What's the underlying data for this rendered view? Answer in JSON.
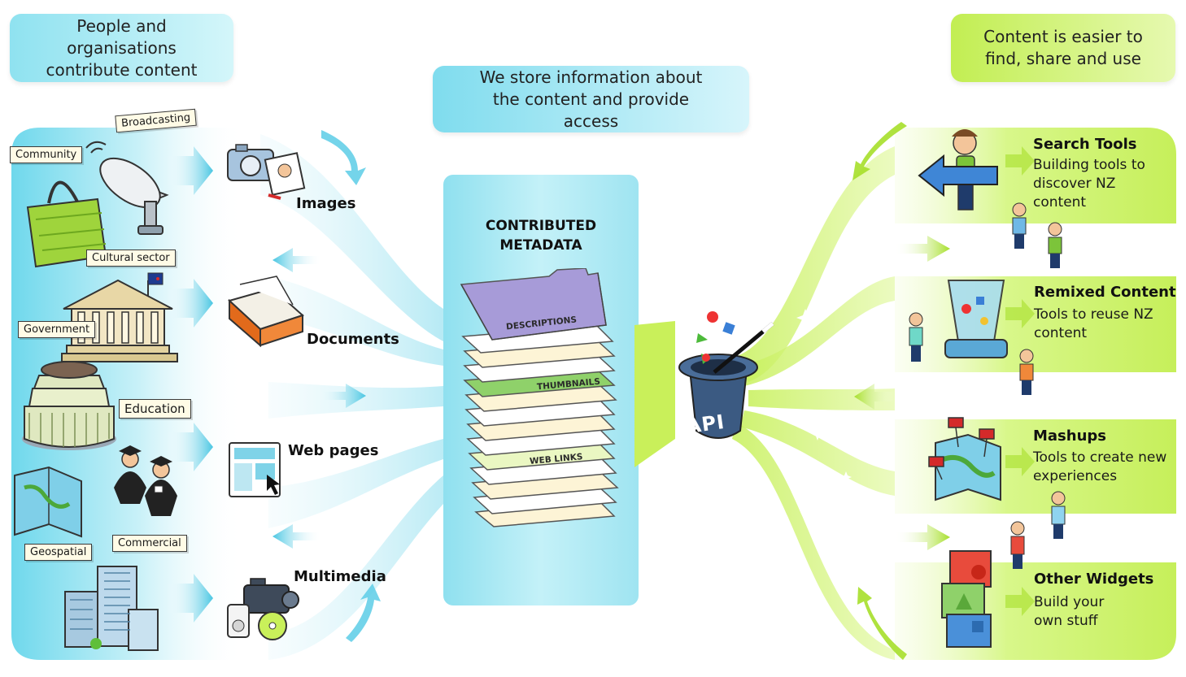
{
  "captions": {
    "contributors": "People and organisations contribute content",
    "storage": "We store information about the content and provide access",
    "outcomes": "Content is easier to find, share and use"
  },
  "contributors": [
    "Broadcasting",
    "Community",
    "Cultural sector",
    "Government",
    "Education",
    "Geospatial",
    "Commercial"
  ],
  "content_types": [
    "Images",
    "Documents",
    "Web pages",
    "Multimedia"
  ],
  "metadata": {
    "title": "CONTRIBUTED METADATA",
    "layers": [
      "DESCRIPTIONS",
      "THUMBNAILS",
      "WEB LINKS"
    ]
  },
  "api_label": "API",
  "outcomes": [
    {
      "title": "Search Tools",
      "desc": "Building tools to discover NZ content"
    },
    {
      "title": "Remixed Content",
      "desc": "Tools to reuse NZ content"
    },
    {
      "title": "Mashups",
      "desc": "Tools to create new experiences"
    },
    {
      "title": "Other Widgets",
      "desc": "Build your own stuff"
    }
  ],
  "colors": {
    "cyan": "#6fd8ec",
    "cyan_light": "#dff7fb",
    "green": "#b5e840",
    "green_light": "#e9fab8",
    "lilac": "#a79bd8",
    "thumb_green": "#8fd16a",
    "paper": "#fdf4d6"
  },
  "icons": [
    "satellite-dish-icon",
    "shopping-bag-icon",
    "museum-icon",
    "nz-flag-icon",
    "beehive-parliament-icon",
    "graduates-icon",
    "map-icon",
    "city-buildings-icon",
    "camera-icon",
    "photo-icon",
    "binder-icon",
    "web-page-icon",
    "cursor-icon",
    "video-camera-icon",
    "mp3-player-icon",
    "cd-icon",
    "magic-hat-icon",
    "magic-wand-icon",
    "person-with-arrow-icon",
    "blender-icon",
    "map-pins-icon",
    "toy-blocks-icon"
  ]
}
